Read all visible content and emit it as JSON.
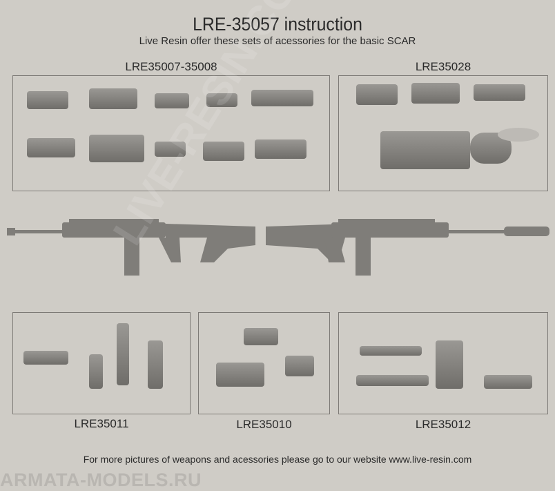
{
  "header": {
    "title": "LRE-35057 instruction",
    "subtitle": "Live Resin offer these sets of acessories for the basic SCAR"
  },
  "sets": [
    {
      "label": "LRE35007-35008"
    },
    {
      "label": "LRE35028"
    },
    {
      "label": "LRE35011"
    },
    {
      "label": "LRE35010"
    },
    {
      "label": "LRE35012"
    }
  ],
  "footer": {
    "text": "For more pictures of weapons and acessories please go to our website www.live-resin.com"
  },
  "watermark": {
    "text": "ARMATA-MODELS.RU",
    "diagonal": "LIVE-RESIN.COM"
  }
}
